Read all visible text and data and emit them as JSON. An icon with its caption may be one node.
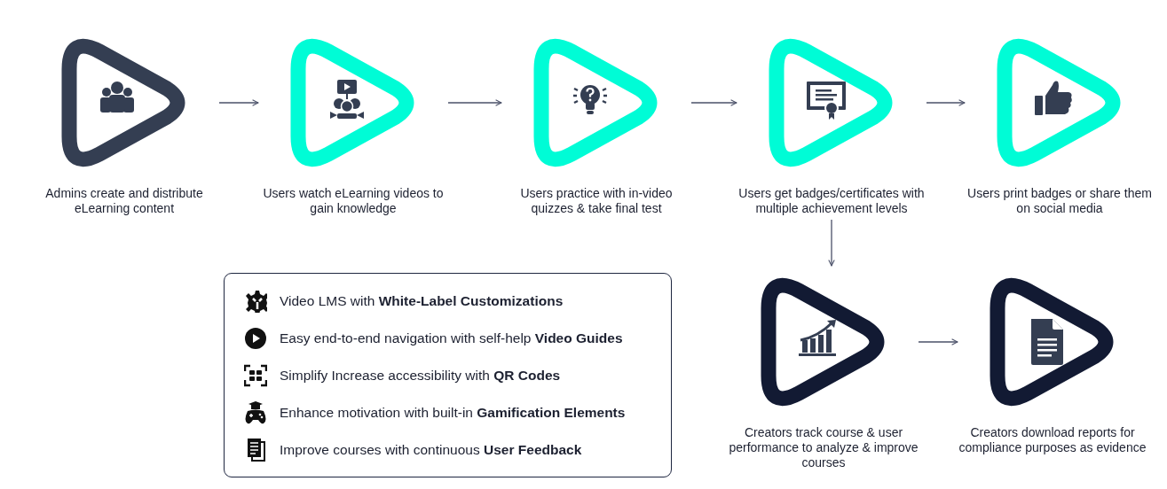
{
  "diagram": {
    "nodes": [
      {
        "text": [
          "Admins create and distribute eLearning content"
        ]
      },
      {
        "text": [
          "Users watch eLearning videos to gain knowledge"
        ]
      },
      {
        "text": [
          "Users practice with in-video quizzes & take final test"
        ]
      },
      {
        "text": [
          "Users get badges/certificates with multiple achievement levels"
        ]
      },
      {
        "text": [
          "Users print badges or share them on social media"
        ]
      },
      {
        "text": [
          "Video LMS with **White-Label Customizations**",
          "Easy end-to-end navigation with self-help **Video Guides**",
          "Simplify Increase accessibility with **QR Codes**",
          "Enhance motivation with built-in **Gamification Elements**",
          "Improve courses with continuous **User Feedback**"
        ]
      },
      {
        "text": [
          "Creators track course & user performance to analyze & improve courses"
        ]
      },
      {
        "text": [
          "Creators download reports for compliance purposes as evidence"
        ]
      }
    ],
    "edges": [
      {
        "from": 0,
        "to": 1,
        "arrow": "to"
      },
      {
        "from": 1,
        "to": 2,
        "arrow": "to"
      },
      {
        "from": 2,
        "to": 3,
        "arrow": "to"
      },
      {
        "from": 3,
        "to": 4,
        "arrow": "to"
      },
      {
        "from": 3,
        "to": 6,
        "arrow": "to"
      },
      {
        "from": 6,
        "to": 7,
        "arrow": "to"
      }
    ]
  }
}
